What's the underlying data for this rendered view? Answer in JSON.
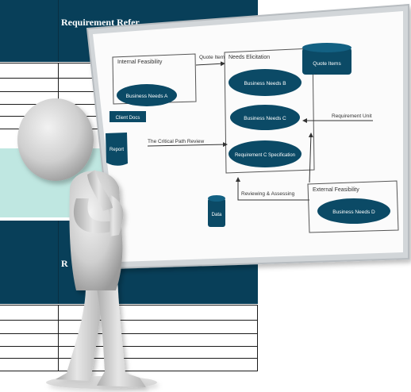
{
  "table_top": {
    "header_label": "Requirement Refer"
  },
  "table_bottom": {
    "header_label": "R"
  },
  "whiteboard": {
    "labels": {
      "top_left_group": "Internal Feasibility",
      "quote_box": "Quote Item",
      "mid_group": "Needs Elicitation",
      "top_right_db": "Quote Items",
      "left_oval": "Business Needs A",
      "mid_oval_1": "Business Needs B",
      "mid_oval_2": "Business Needs C",
      "mid_oval_3": "Requirement C Specification",
      "right_label": "Requirement Unit",
      "left_small_box": "Client Docs",
      "report_doc": "Report",
      "middle_text": "The Critical Path Review",
      "bottom_db": "Data",
      "bottom_arrow_text": "Reviewing & Assessing",
      "bottom_right_group": "External Feasibility",
      "bottom_right_oval": "Business Needs D"
    }
  },
  "colors": {
    "navy": "#083f59",
    "teal": "#bfe7e1",
    "board_frame": "#c9cdd0",
    "node_fill": "#0b4a66"
  }
}
